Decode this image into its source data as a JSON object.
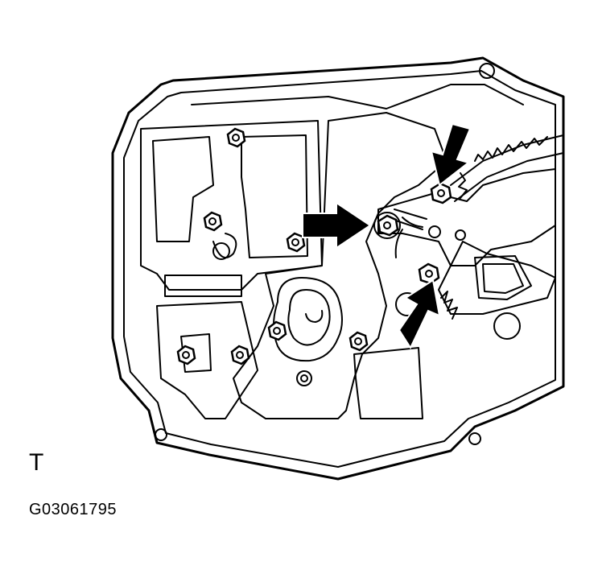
{
  "figure": {
    "view_letter": "T",
    "figure_code": "G03061795"
  },
  "callouts": {
    "arrow_count": 3,
    "arrow_style": "solid-black",
    "target": "regulator-mounting-bolts"
  },
  "colors": {
    "line": "#000000",
    "background": "#ffffff"
  }
}
